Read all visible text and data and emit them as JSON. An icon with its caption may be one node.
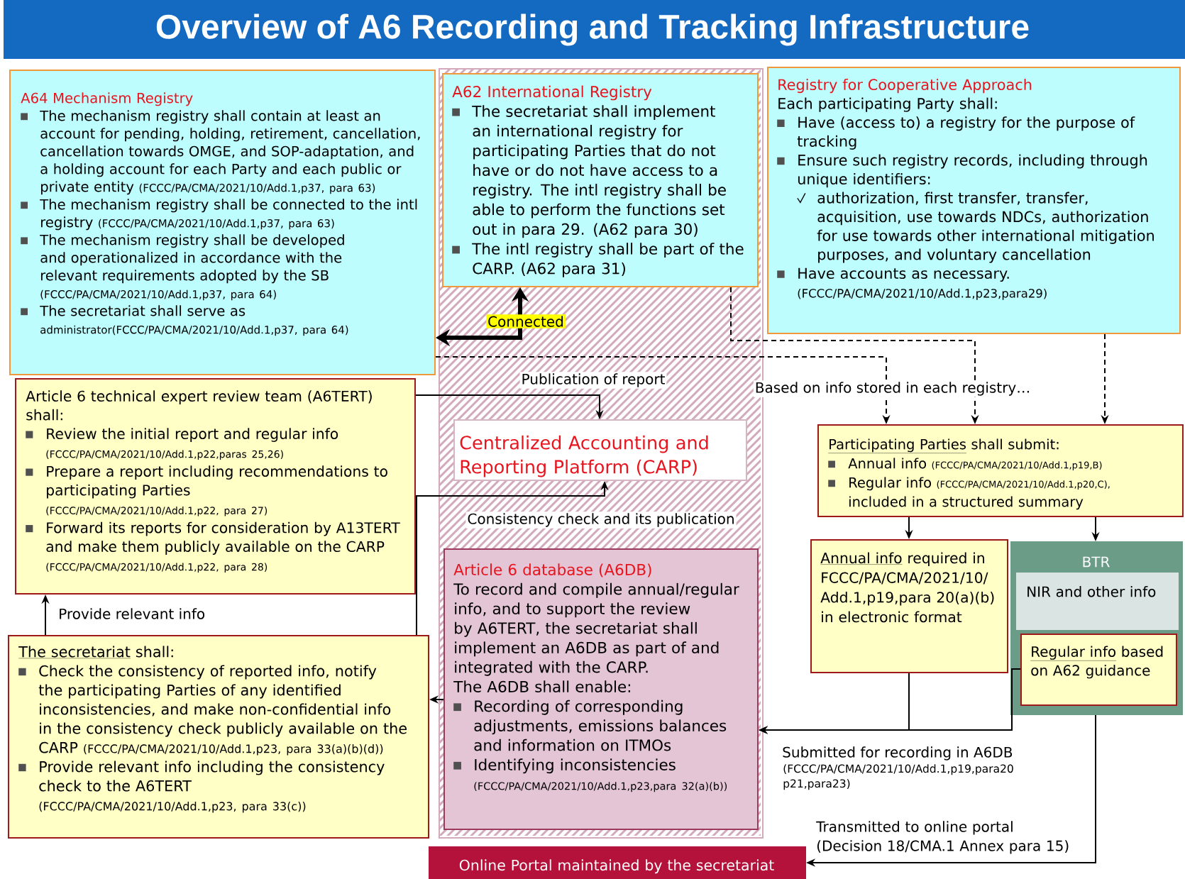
{
  "diagram": {
    "title": "Overview of A6 Recording and Tracking Infrastructure",
    "nodes": [
      {
        "text": [
          "A64 Mechanism Registry",
          "The mechanism registry shall contain at least an account for pending, holding, retirement, cancellation, cancellation towards OMGE, and SOP-adaptation, and a holding account for each Party and each public or private entity",
          "(FCCC/PA/CMA/2021/10/Add.1,p37, para 63)",
          "The mechanism registry shall be connected to the intl registry",
          "(FCCC/PA/CMA/2021/10/Add.1,p37, para 63)",
          "The mechanism registry shall be developed and operationalized in accordance with the relevant requirements adopted by the SB",
          "(FCCC/PA/CMA/2021/10/Add.1,p37, para 64)",
          "The secretariat shall serve as",
          "administrator(FCCC/PA/CMA/2021/10/Add.1,p37, para 64)"
        ]
      },
      {
        "text": [],
        "shape": "box"
      },
      {
        "text": [
          "A62 International Registry",
          "The secretariat shall implement an international registry for participating Parties that do not have or do not have access to a registry. The intl registry shall be able to perform the functions set out in para 29. (A62 para 30)",
          "The intl registry shall be part of the CARP. (A62 para 31)"
        ],
        "in": 1
      },
      {
        "text": [
          "Registry for Cooperative Approach",
          "Each participating Party shall:",
          "Have (access to) a registry for the purpose of tracking",
          "Ensure such registry records, including through unique identifiers:",
          "authorization, first transfer, transfer, acquisition, use towards NDCs, authorization for use towards other international mitigation purposes, and voluntary cancellation",
          "Have accounts as necessary.",
          "(FCCC/PA/CMA/2021/10/Add.1,p23,para29)"
        ]
      },
      {
        "text": [
          "Article 6 technical expert review team (A6TERT)",
          "shall:",
          "Review the initial report and regular info",
          "(FCCC/PA/CMA/2021/10/Add.1,p22,paras 25,26)",
          "Prepare a report including recommendations to participating Parties",
          "(FCCC/PA/CMA/2021/10/Add.1,p22, para 27)",
          "Forward its reports for consideration by A13TERT and make them publicly available on the CARP",
          "(FCCC/PA/CMA/2021/10/Add.1,p22, para 28)"
        ]
      },
      {
        "text": [
          "Centralized Accounting and Reporting Platform (CARP)"
        ],
        "in": 1
      },
      {
        "text": [
          "Participating Parties",
          "shall submit:",
          "Annual info",
          "(FCCC/PA/CMA/2021/10/Add.1,p19,B)",
          "Regular info",
          "(FCCC/PA/CMA/2021/10/Add.1,p20,C),",
          "included in a structured summary"
        ]
      },
      {
        "text": [
          "The secretariat",
          "shall:",
          "Check the consistency of reported info, notify the participating Parties of any identified inconsistencies, and make non-confidential info in the consistency check publicly available on the CARP",
          "(FCCC/PA/CMA/2021/10/Add.1,p23, para 33(a)(b)(d))",
          "Provide relevant info including the consistency check to the A6TERT",
          "(FCCC/PA/CMA/2021/10/Add.1,p23, para 33(c))"
        ]
      },
      {
        "text": [
          "Article 6 database (A6DB)",
          "To record and compile annual/regular info, and to support the review by A6TERT, the secretariat shall implement an A6DB as part of and integrated with the CARP.",
          "The A6DB shall enable:",
          "Recording of corresponding adjustments, emissions balances and information on ITMOs",
          "Identifying inconsistencies",
          "(FCCC/PA/CMA/2021/10/Add.1,p23,para 32(a)(b))"
        ],
        "in": 1
      },
      {
        "text": [
          "Annual info",
          "required in FCCC/PA/CMA/2021/10/Add.1,p19,para 20(a)(b) in electronic format"
        ]
      },
      {
        "text": [
          "BTR"
        ]
      },
      {
        "text": [
          "NIR and other info"
        ],
        "in": 10
      },
      {
        "text": [
          "Regular info",
          "based on A62 guidance"
        ],
        "in": 10
      },
      {
        "text": [
          "Online Portal maintained by the secretariat"
        ]
      }
    ],
    "edges": [
      {
        "from": 2,
        "to": 0,
        "arrow": "both",
        "label": "Connected",
        "style": "thick"
      },
      {
        "from": 2,
        "to": 6,
        "arrow": "to",
        "label": "Based on info stored in each registry…",
        "style": "dashed"
      },
      {
        "from": 0,
        "to": 6,
        "arrow": "to",
        "style": "dashed"
      },
      {
        "from": 3,
        "to": 6,
        "arrow": "to",
        "style": "dashed"
      },
      {
        "from": 4,
        "to": 5,
        "arrow": "to",
        "label": "Publication of report"
      },
      {
        "from": 7,
        "to": 5,
        "arrow": "to",
        "label": "Consistency check and its publication"
      },
      {
        "from": 7,
        "to": 4,
        "arrow": "to",
        "label": "Provide relevant info"
      },
      {
        "from": 8,
        "to": 7,
        "arrow": "to"
      },
      {
        "from": 6,
        "to": 9,
        "arrow": "to"
      },
      {
        "from": 6,
        "to": 10,
        "arrow": "to"
      },
      {
        "from": 9,
        "to": 8,
        "arrow": "to",
        "label": "Submitted for recording in A6DB"
      },
      {
        "from": 12,
        "to": 8,
        "arrow": "to"
      },
      {
        "from": 10,
        "to": 13,
        "arrow": "to",
        "label": "Transmitted to online portal (Decision 18/CMA.1 Annex para 15)"
      }
    ],
    "labels": [
      "(FCCC/PA/CMA/2021/10/Add.1,p19,para20 p21,para23)"
    ]
  }
}
